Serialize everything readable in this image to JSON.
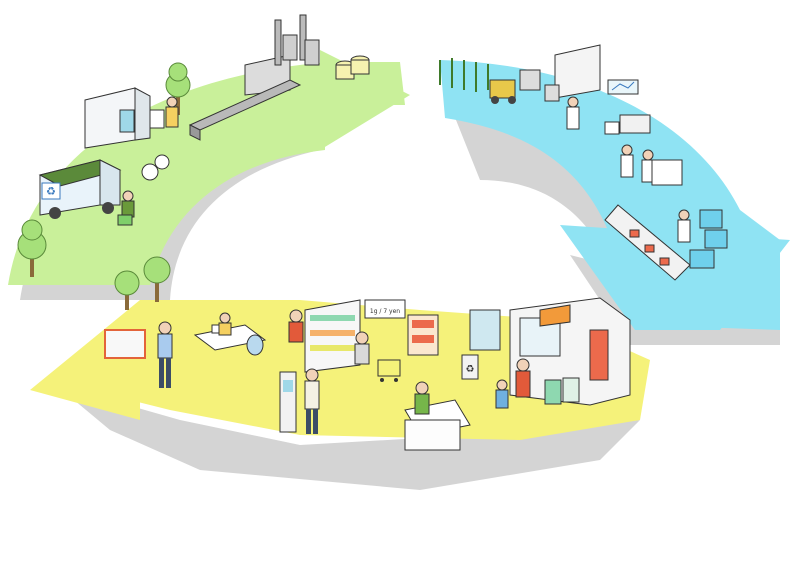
{
  "diagram": {
    "type": "circular-cycle-illustration",
    "segments": [
      {
        "id": "collection-recycling",
        "color": "#c9f09a"
      },
      {
        "id": "manufacturing",
        "color": "#8fe3f3"
      },
      {
        "id": "retail-use",
        "color": "#f5f27a"
      }
    ],
    "shadow_color": "#d2d2d2",
    "icons": {
      "recycle_truck": "recycle-icon",
      "waste_bin": "recycle-icon"
    }
  },
  "store_signs": {
    "price_sign": "1g / 7 yen"
  }
}
